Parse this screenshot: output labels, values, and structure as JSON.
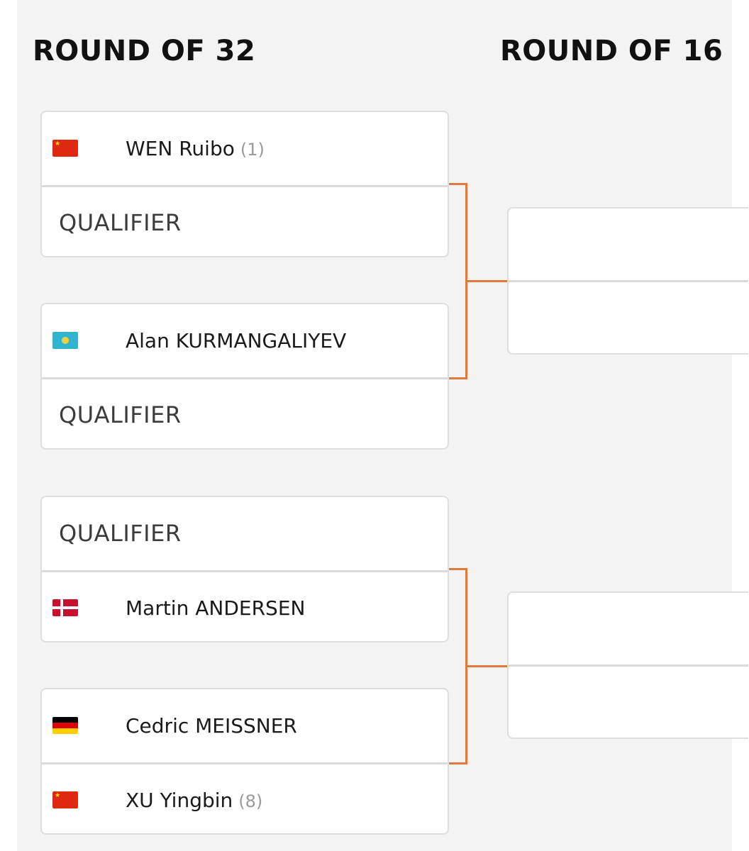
{
  "rounds": {
    "r32": "ROUND OF 32",
    "r16": "ROUND OF 16"
  },
  "flags": {
    "china_red": "#de2910",
    "kazakhstan_blue": "#30b4d0",
    "denmark_red": "#c8102e",
    "germany": [
      "#000000",
      "#dd0000",
      "#ffce00"
    ]
  },
  "bracket_line_color": "#e07a3a",
  "matches": [
    {
      "top": {
        "flag": "china-flag-icon",
        "name": "WEN Ruibo",
        "seed": "(1)"
      },
      "bottom": {
        "qualifier": "QUALIFIER"
      }
    },
    {
      "top": {
        "flag": "kazakhstan-flag-icon",
        "name": "Alan KURMANGALIYEV",
        "seed": ""
      },
      "bottom": {
        "qualifier": "QUALIFIER"
      }
    },
    {
      "top": {
        "qualifier": "QUALIFIER"
      },
      "bottom": {
        "flag": "denmark-flag-icon",
        "name": "Martin ANDERSEN",
        "seed": ""
      }
    },
    {
      "top": {
        "flag": "germany-flag-icon",
        "name": "Cedric MEISSNER",
        "seed": ""
      },
      "bottom": {
        "flag": "china-flag-icon",
        "name": "XU Yingbin",
        "seed": "(8)"
      }
    }
  ]
}
